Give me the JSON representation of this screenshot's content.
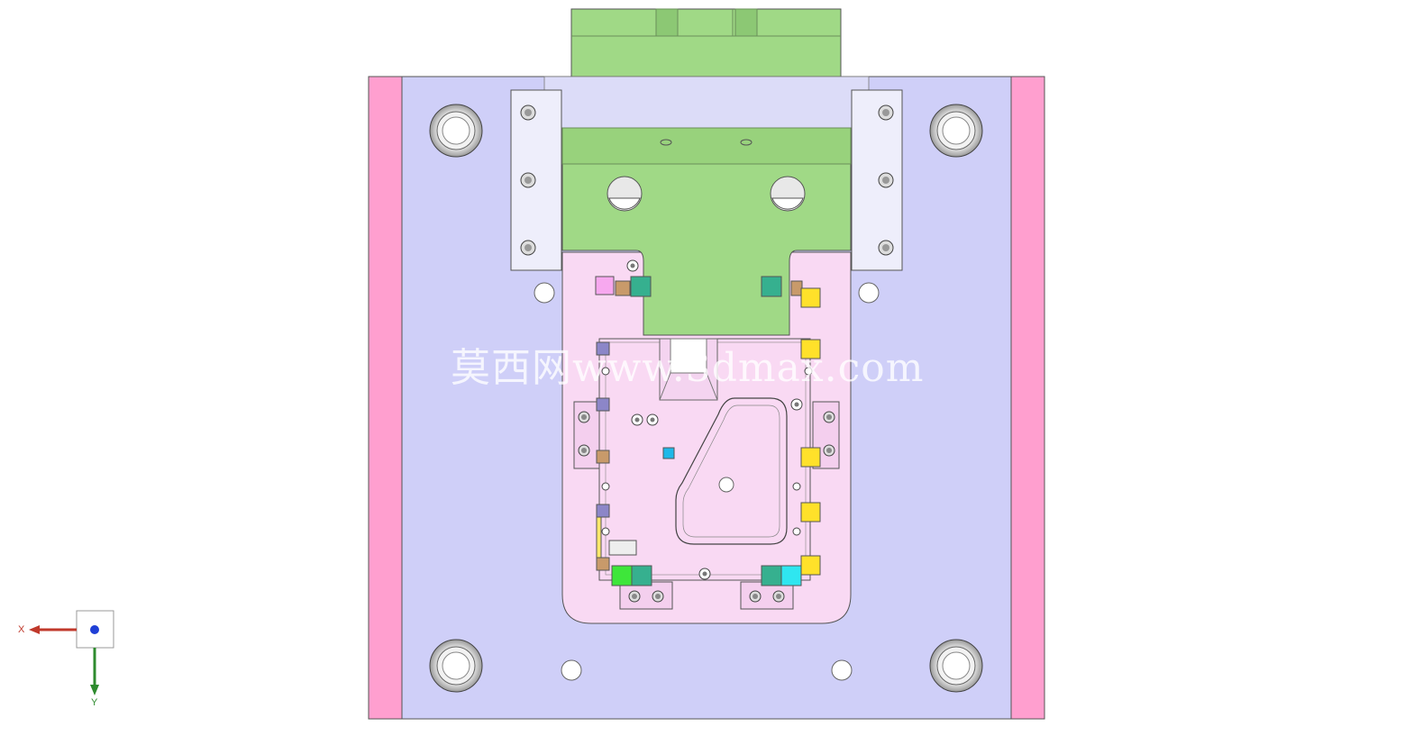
{
  "viewport": {
    "background": "#ffffff",
    "watermark": "莫西网www.3dmax.com"
  },
  "colors": {
    "plate": "#cfcff8",
    "plate_edge": "#ff9fcf",
    "cavity": "#f9d9f3",
    "slider": "#a0d986",
    "clamp": "#eeeefb",
    "marker_yellow": "#ffe12a",
    "marker_teal": "#36b08f",
    "marker_cyan": "#2fe6f0",
    "marker_green": "#3ee63a",
    "marker_pink": "#f7a8ef",
    "marker_brown": "#c89a6a",
    "marker_purple": "#8c86c8",
    "marker_blue": "#1fb8e8"
  },
  "triad": {
    "x_label": "X",
    "y_label": "Y"
  }
}
